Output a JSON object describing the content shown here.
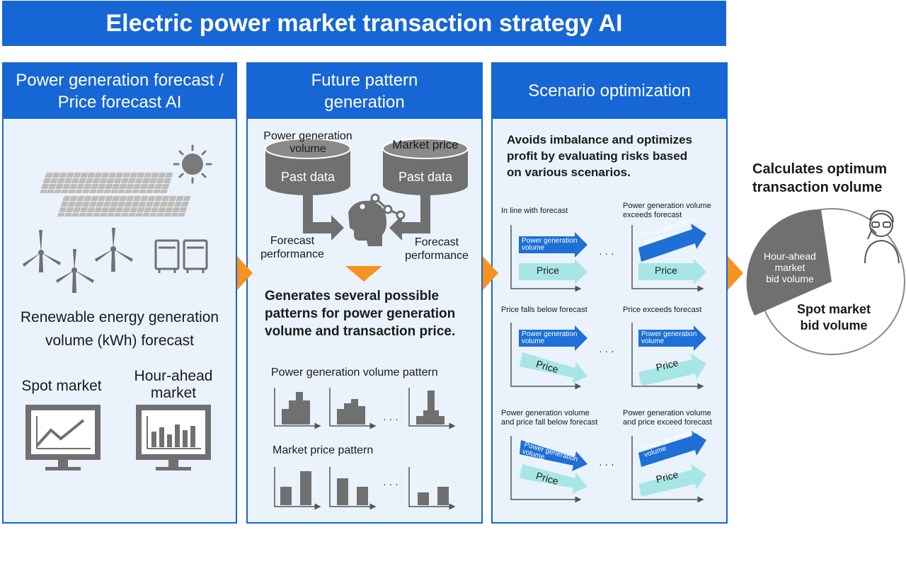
{
  "title": "Electric power market transaction strategy AI",
  "panel1": {
    "header_line1": "Power generation forecast /",
    "header_line2": "Price forecast AI",
    "renewable_line1": "Renewable energy generation",
    "renewable_line2": "volume (kWh) forecast",
    "spot_market": "Spot market",
    "hour_ahead_line1": "Hour-ahead",
    "hour_ahead_line2": "market"
  },
  "panel2": {
    "header_line1": "Future pattern",
    "header_line2": "generation",
    "db1_label_line1": "Power generation",
    "db1_label_line2": "volume",
    "db1_text": "Past data",
    "db2_label": "Market price",
    "db2_text": "Past data",
    "perf_left_line1": "Forecast",
    "perf_left_line2": "performance",
    "perf_right_line1": "Forecast",
    "perf_right_line2": "performance",
    "generates_line1": "Generates several possible",
    "generates_line2": "patterns for power generation",
    "generates_line3": "volume and transaction price.",
    "pgv_pattern": "Power generation volume pattern",
    "mp_pattern": "Market price pattern",
    "dots": "· · ·"
  },
  "panel3": {
    "header": "Scenario optimization",
    "desc_line1": "Avoids imbalance and optimizes",
    "desc_line2": "profit by evaluating risks based",
    "desc_line3": "on various scenarios.",
    "s1": "In line with forecast",
    "s2_line1": "Power generation volume",
    "s2_line2": "exceeds forecast",
    "s3": "Price falls below forecast",
    "s4": "Price exceeds forecast",
    "s5_line1": "Power generation volume",
    "s5_line2": "and price fall below forecast",
    "s6_line1": "Power generation volume",
    "s6_line2": "and price exceed forecast",
    "pgv_arrow_line1": "Power generation",
    "pgv_arrow_line2": "volume",
    "price": "Price",
    "dots": "· · ·"
  },
  "result": {
    "title_line1": "Calculates optimum",
    "title_line2": "transaction volume",
    "hour_line1": "Hour-ahead",
    "hour_line2": "market",
    "hour_line3": "bid volume",
    "spot_line1": "Spot market",
    "spot_line2": "bid volume"
  },
  "colors": {
    "blue": "#1766d6",
    "panel_bg": "#eaf2fb",
    "orange": "#f6931e",
    "arrow_blue": "#1e6fd6",
    "teal": "#a8e6e6",
    "gray": "#707070"
  }
}
